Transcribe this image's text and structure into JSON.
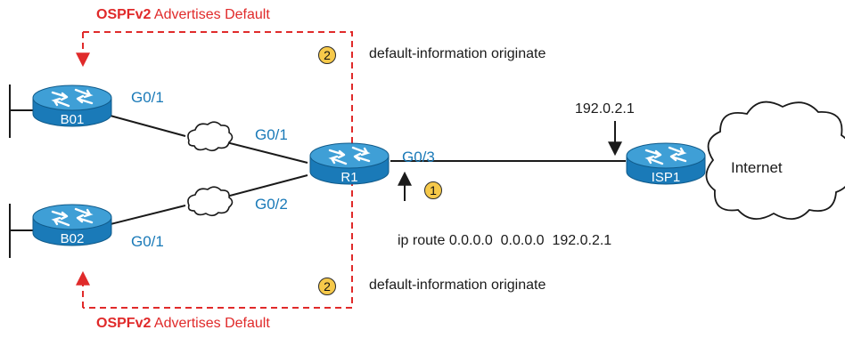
{
  "banners": {
    "top": {
      "bold": "OSPFv2",
      "rest": " Advertises Default"
    },
    "bottom": {
      "bold": "OSPFv2",
      "rest": " Advertises Default"
    }
  },
  "routers": {
    "b01": "B01",
    "b02": "B02",
    "r1": "R1",
    "isp1": "ISP1"
  },
  "interfaces": {
    "b01_g01": "G0/1",
    "b02_g01": "G0/1",
    "r1_g01": "G0/1",
    "r1_g02": "G0/2",
    "r1_g03": "G0/3"
  },
  "cloud_label": "Internet",
  "isp_address": "192.0.2.1",
  "steps": {
    "one": "1",
    "two_top": "2",
    "two_bottom": "2"
  },
  "commands": {
    "top": "default-information originate",
    "static_route": "ip route 0.0.0.0  0.0.0.0  192.0.2.1",
    "bottom": "default-information originate"
  },
  "colors": {
    "router": "#1a7ab8",
    "router_top": "#3f9fd6",
    "interface_text": "#1a7ab8",
    "ospf_banner": "#e02a2a",
    "dashed_boundary": "#e02a2a",
    "step_badge": "#f6c94a"
  }
}
